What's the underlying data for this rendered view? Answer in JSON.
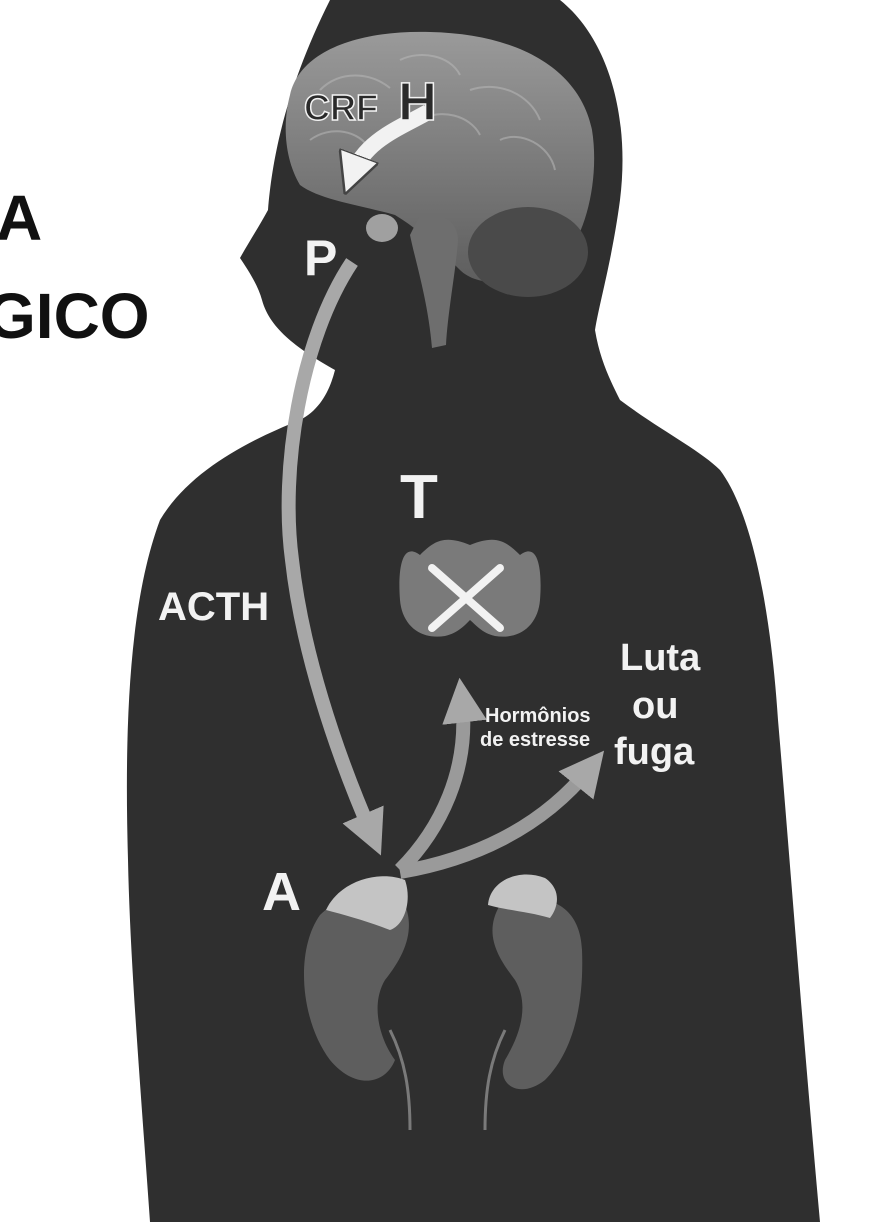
{
  "title": {
    "line1": "A",
    "line2": "GICO"
  },
  "labels": {
    "crf": "CRF",
    "hypothalamus": "H",
    "pituitary": "P",
    "thyroid": "T",
    "acth": "ACTH",
    "adrenal": "A",
    "stress_hormones_line1": "Hormônios",
    "stress_hormones_line2": "de estresse",
    "fight_line1": "Luta",
    "fight_line2": "ou",
    "fight_line3": "fuga"
  },
  "colors": {
    "silhouette": "#2f2f2f",
    "brain": "#7c7c7c",
    "organ": "#7a7a7a",
    "adrenal": "#c4c4c4",
    "arrow": "#a8a8a8",
    "label": "#f2f2f2"
  }
}
